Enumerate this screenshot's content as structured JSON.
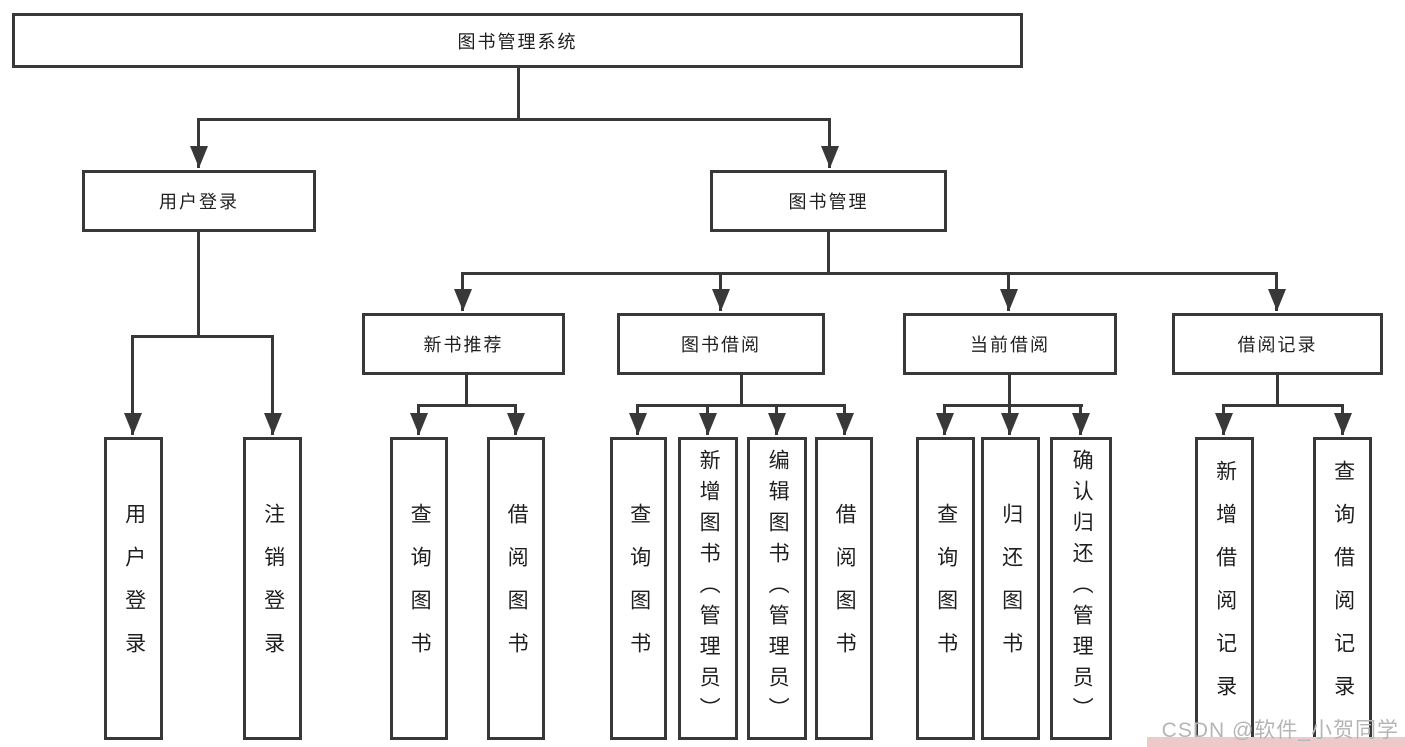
{
  "tree": {
    "root": {
      "label": "图书管理系统"
    },
    "branches": [
      {
        "label": "用户登录",
        "children": [
          {
            "label": "用户登录"
          },
          {
            "label": "注销登录"
          }
        ]
      },
      {
        "label": "图书管理",
        "subbranches": [
          {
            "label": "新书推荐",
            "children": [
              {
                "label": "查询图书"
              },
              {
                "label": "借阅图书"
              }
            ]
          },
          {
            "label": "图书借阅",
            "children": [
              {
                "label": "查询图书"
              },
              {
                "label": "新增图书（管理员）"
              },
              {
                "label": "编辑图书（管理员）"
              },
              {
                "label": "借阅图书"
              }
            ]
          },
          {
            "label": "当前借阅",
            "children": [
              {
                "label": "查询图书"
              },
              {
                "label": "归还图书"
              },
              {
                "label": "确认归还（管理员）"
              }
            ]
          },
          {
            "label": "借阅记录",
            "children": [
              {
                "label": "新增借阅记录"
              },
              {
                "label": "查询借阅记录"
              }
            ]
          }
        ]
      }
    ]
  },
  "watermark": {
    "text": "CSDN @软件_小贺同学"
  },
  "colors": {
    "line": "#383838",
    "text": "#1f1f1f",
    "watermark": "#b5b5b5",
    "background": "#ffffff"
  }
}
